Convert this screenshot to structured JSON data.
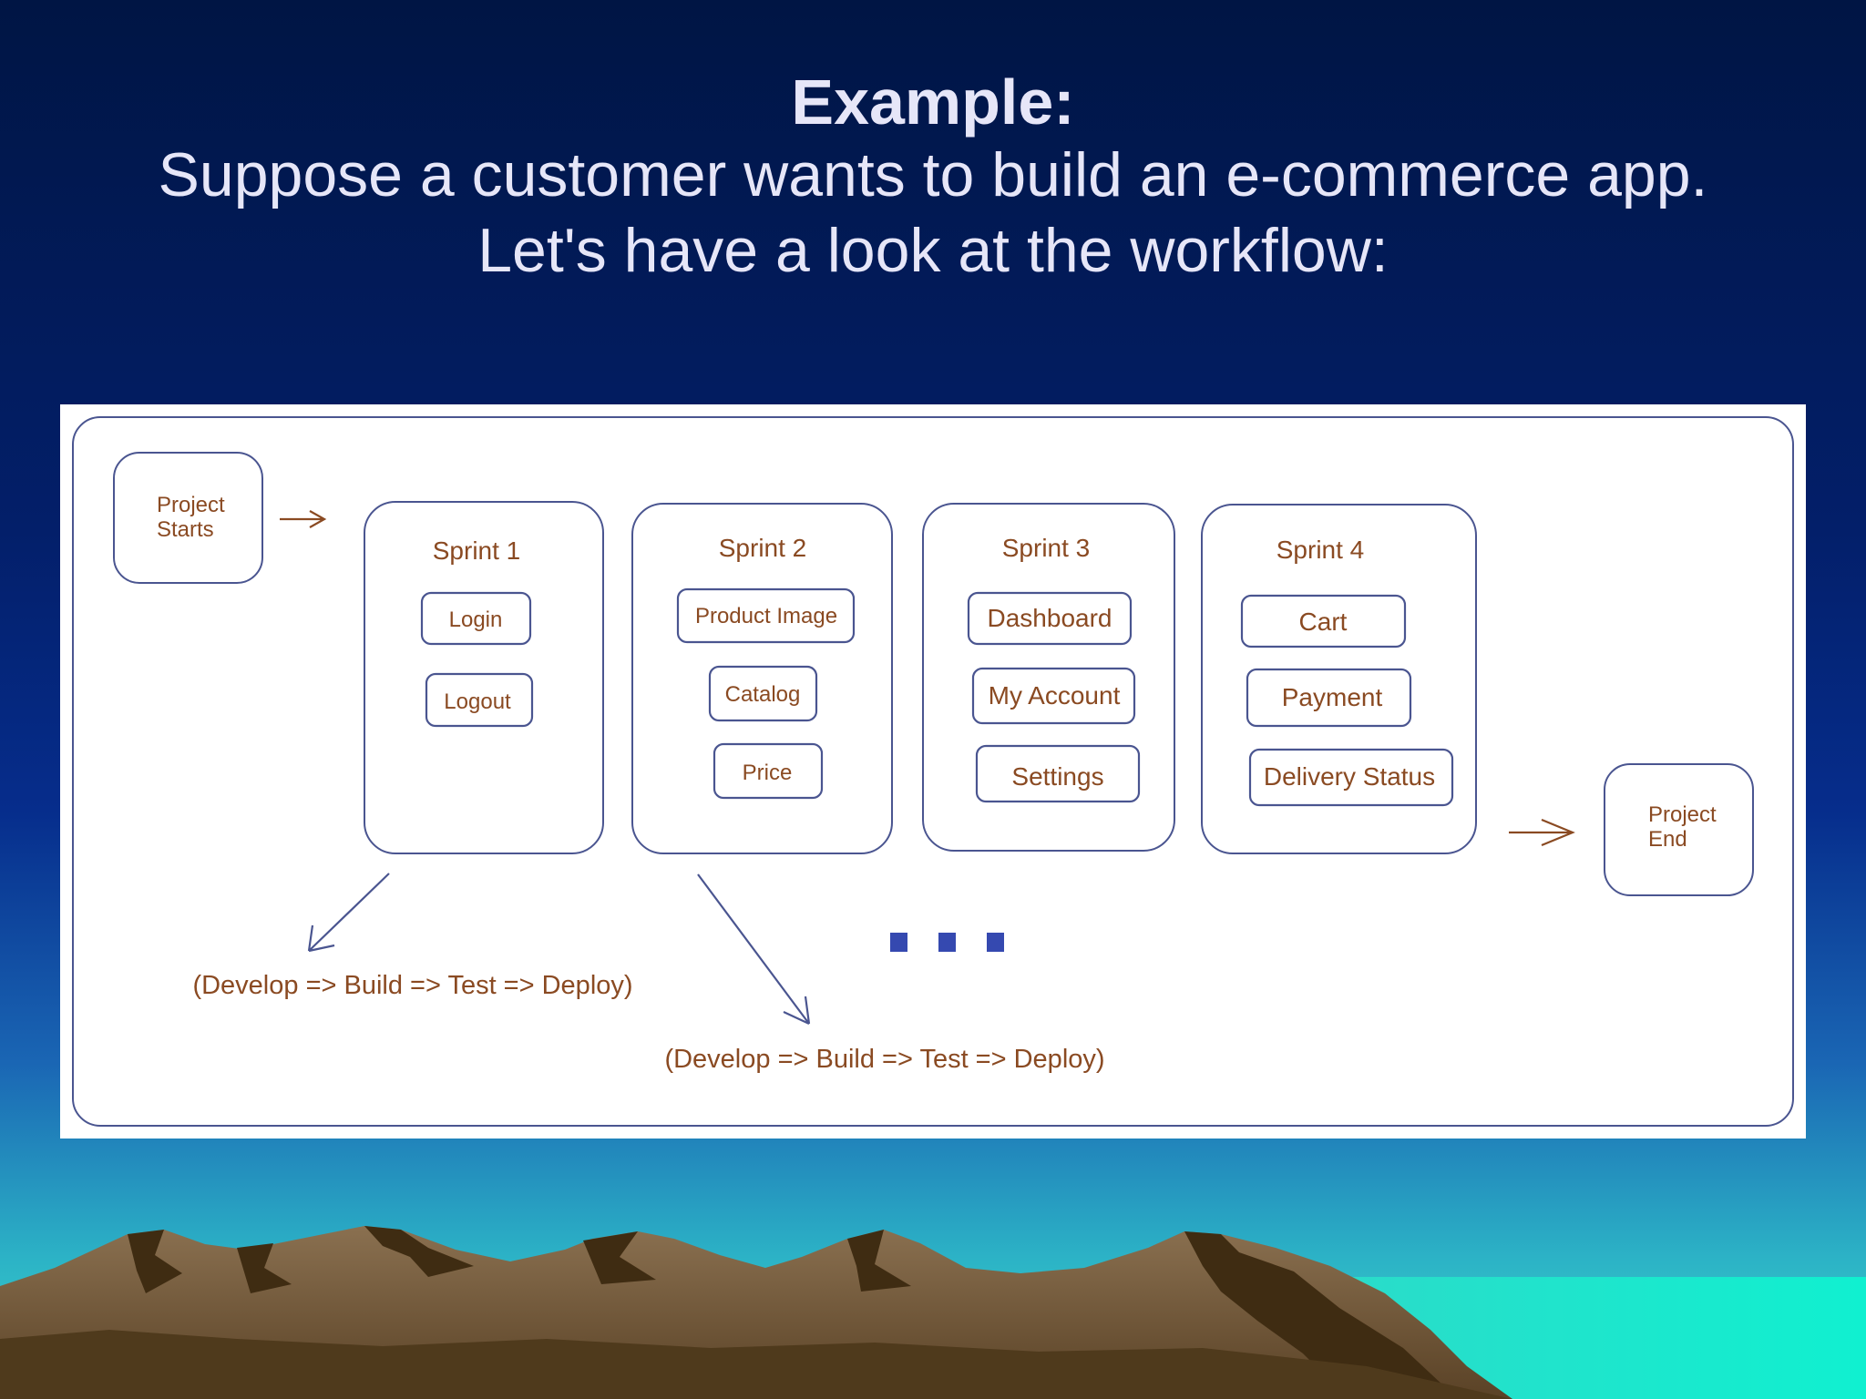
{
  "slide": {
    "title": "Example:",
    "line1": "Suppose a customer wants to build an e-commerce app.",
    "line2": "Let's have a look at the workflow:"
  },
  "diagram": {
    "start": {
      "line1": "Project",
      "line2": "Starts"
    },
    "end": {
      "line1": "Project",
      "line2": "End"
    },
    "sprints": [
      {
        "title": "Sprint 1",
        "items": [
          "Login",
          "Logout"
        ]
      },
      {
        "title": "Sprint 2",
        "items": [
          "Product Image",
          "Catalog",
          "Price"
        ]
      },
      {
        "title": "Sprint 3",
        "items": [
          "Dashboard",
          "My Account",
          "Settings"
        ]
      },
      {
        "title": "Sprint 4",
        "items": [
          "Cart",
          "Payment",
          "Delivery Status"
        ]
      }
    ],
    "cycle_labels": [
      "(Develop => Build => Test => Deploy)",
      "(Develop => Build => Test => Deploy)"
    ]
  },
  "colors": {
    "sky_top": "#001544",
    "sky_mid": "#062d8c",
    "sky_bottom": "#2cb3c6",
    "sea": "#16e5c8",
    "mountain_dark": "#4a3518",
    "mountain_light": "#7a6040",
    "diagram_text": "#8a4a22",
    "diagram_stroke": "#4a5590",
    "dots": "#3549b0"
  }
}
